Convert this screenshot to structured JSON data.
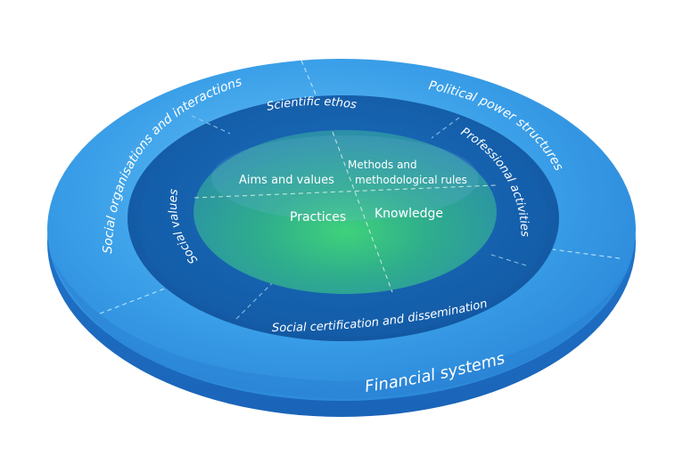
{
  "diagram": {
    "outer_ring": {
      "left": "Social organisations and interactions",
      "right": "Political power structures",
      "bottom": "Financial systems"
    },
    "middle_ring": {
      "top": "Scientific ethos",
      "left": "Social values",
      "right": "Professional activities",
      "bottom": "Social certification and dissemination"
    },
    "core": {
      "top_left": "Aims and values",
      "top_right_line1": "Methods and",
      "top_right_line2": "methodological rules",
      "bottom_left": "Practices",
      "bottom_right": "Knowledge"
    }
  },
  "colors": {
    "outer_light": "#5ab6f2",
    "outer_mid": "#2e8fe0",
    "outer_edge": "#1f6fc4",
    "middle": "#1769b8",
    "middle_dark": "#10509a",
    "core_green": "#3fcf7a",
    "core_teal": "#2b9a9a",
    "text": "#ffffff"
  }
}
